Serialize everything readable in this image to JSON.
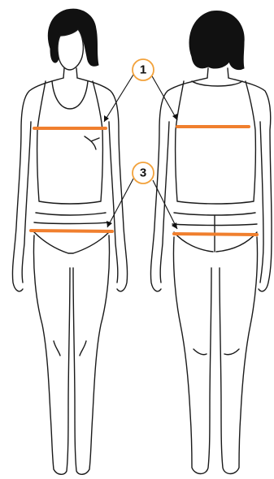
{
  "callouts": [
    {
      "number": "1"
    },
    {
      "number": "3"
    }
  ],
  "colors": {
    "measure": "#F07F2E",
    "callout_ring": "#F2A23C",
    "outline": "#1a1a1a"
  },
  "figures": [
    "front-view",
    "back-view"
  ]
}
